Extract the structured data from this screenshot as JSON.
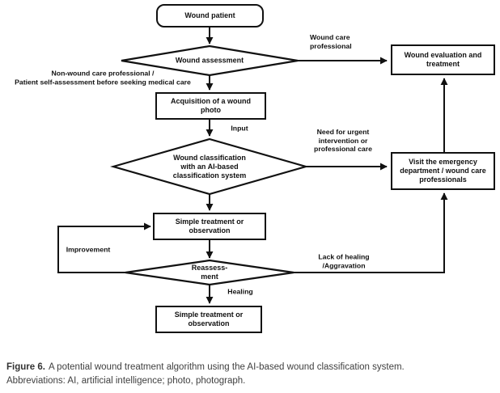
{
  "figure": {
    "nodes": {
      "wound_patient": "Wound patient",
      "wound_assessment": "Wound assessment",
      "wound_evaluation": "Wound evaluation and\ntreatment",
      "acquisition": "Acquisition of a wound\nphoto",
      "classification": "Wound classification\nwith an AI-based\nclassification system",
      "visit_emergency": "Visit the emergency\ndepartment / wound care\nprofessionals",
      "simple_treatment_1": "Simple treatment or\nobservation",
      "reassessment": "Reassess-\nment",
      "simple_treatment_2": "Simple treatment or\nobservation"
    },
    "edge_labels": {
      "wound_care_professional": "Wound care\nprofessional",
      "non_wound": "Non-wound care professional /\nPatient self-assessment before seeking medical care",
      "input": "Input",
      "need_urgent": "Need for urgent\nintervention or\nprofessional care",
      "improvement": "Improvement",
      "healing": "Healing",
      "lack_of_healing": "Lack of healing\n/Aggravation"
    },
    "edges": [
      {
        "from": "wound_patient",
        "to": "wound_assessment",
        "label": ""
      },
      {
        "from": "wound_assessment",
        "to": "wound_evaluation",
        "label": "Wound care professional"
      },
      {
        "from": "wound_assessment",
        "to": "acquisition",
        "label": "Non-wound care professional / Patient self-assessment before seeking medical care"
      },
      {
        "from": "acquisition",
        "to": "classification",
        "label": "Input"
      },
      {
        "from": "classification",
        "to": "visit_emergency",
        "label": "Need for urgent intervention or professional care"
      },
      {
        "from": "visit_emergency",
        "to": "wound_evaluation",
        "label": ""
      },
      {
        "from": "classification",
        "to": "simple_treatment_1",
        "label": ""
      },
      {
        "from": "simple_treatment_1",
        "to": "reassessment",
        "label": ""
      },
      {
        "from": "reassessment",
        "to": "simple_treatment_1",
        "label": "Improvement"
      },
      {
        "from": "reassessment",
        "to": "simple_treatment_2",
        "label": "Healing"
      },
      {
        "from": "reassessment",
        "to": "visit_emergency",
        "label": "Lack of healing /Aggravation"
      }
    ]
  },
  "caption": {
    "label": "Figure 6.",
    "text": "A potential wound treatment algorithm using the AI-based wound classification system.",
    "abbreviations": "Abbreviations: AI, artificial intelligence; photo, photograph."
  },
  "colors": {
    "line": "#111111",
    "background": "#ffffff",
    "caption_text": "#3f3f3f"
  }
}
